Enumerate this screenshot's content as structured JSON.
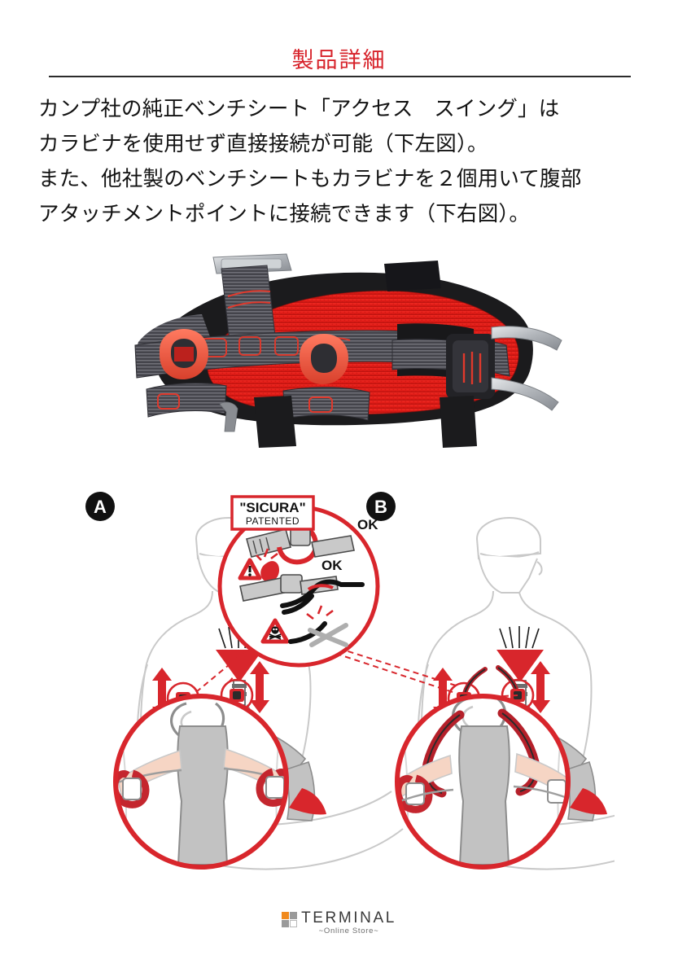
{
  "header": {
    "title": "製品詳細",
    "title_color": "#d7222a",
    "rule_color": "#2b2b2b"
  },
  "body": {
    "paragraph": "カンプ社の純正ベンチシート「アクセス　スイング」は\nカラビナを使用せず直接接続が可能（下左図）。\nまた、他社製のベンチシートもカラビナを２個用いて腹部\nアタッチメントポイントに接続できます（下右図）。"
  },
  "photo": {
    "alt": "黒・赤のワークハーネス腰部クローズアップ写真",
    "colors": {
      "pad_red": "#e2211c",
      "webbing_gray": "#5c5c62",
      "webbing_dark": "#3c3c41",
      "loop_red": "#ef5a43",
      "metal": "#b9bcc0",
      "black": "#1d1d1f"
    }
  },
  "diagram": {
    "panels": [
      {
        "badge": "A",
        "caption_ref": "下左図"
      },
      {
        "badge": "B",
        "caption_ref": "下右図"
      }
    ],
    "callout": {
      "brand": "\"SICURA\"",
      "patent": "PATENTED",
      "labels": [
        "OK",
        "OK"
      ],
      "warning_icons": [
        "warning-triangle-icon",
        "skull-triangle-icon"
      ]
    },
    "colors": {
      "red": "#d8262c",
      "outline": "#c9c9c9",
      "harness_gray": "#c2c2c2",
      "skin": "#f6d5c4",
      "black": "#1a1a1a"
    }
  },
  "footer": {
    "logo_word": "TERMINAL",
    "logo_sub": "~Online Store~",
    "logo_colors": {
      "orange": "#f08a1e",
      "gray": "#9a9a9a",
      "text": "#3a3a3a"
    }
  }
}
